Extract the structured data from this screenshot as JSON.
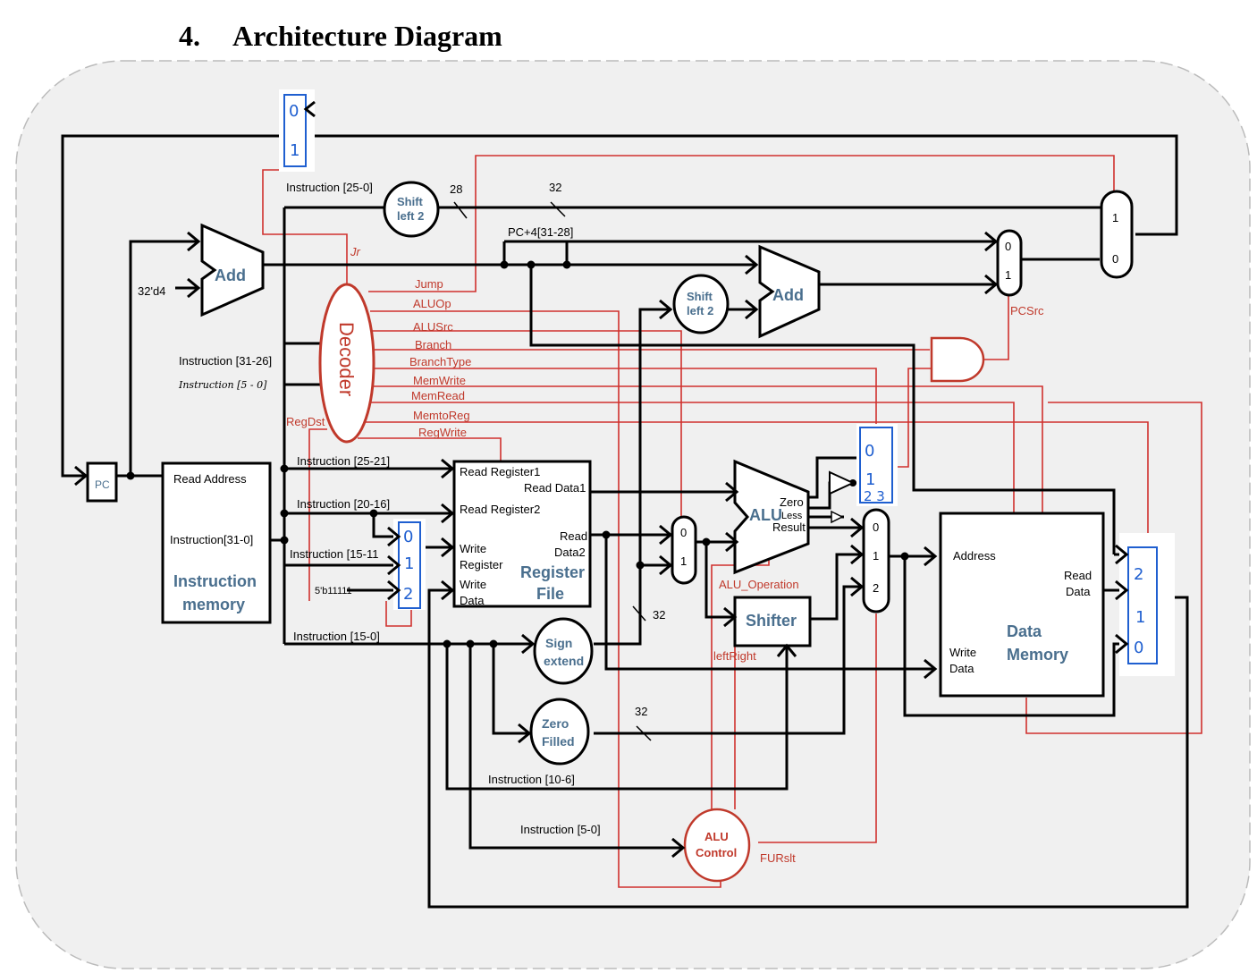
{
  "heading": {
    "number": "4.",
    "title": "Architecture Diagram"
  },
  "components": {
    "pc": "PC",
    "add_top": "Add",
    "const_4": "32'd4",
    "add_branch": "Add",
    "shift_jump": [
      "Shift",
      "left 2"
    ],
    "shift_branch": [
      "Shift",
      "left 2"
    ],
    "decoder": "Decoder",
    "imem_read_address": "Read Address",
    "imem_instruction": "Instruction[31-0]",
    "imem_title": [
      "Instruction",
      "memory"
    ],
    "rf_read_reg1": "Read Register1",
    "rf_read_reg2": "Read Register2",
    "rf_write_register": [
      "Write",
      "Register"
    ],
    "rf_write_data": [
      "Write",
      "Data"
    ],
    "rf_read_data1": "Read Data1",
    "rf_read_data2": [
      "Read",
      "Data2"
    ],
    "rf_title": [
      "Register",
      "File"
    ],
    "alu": "ALU",
    "alu_zero": "Zero",
    "alu_less": "Less",
    "alu_result": "Result",
    "shifter": "Shifter",
    "sign_extend": [
      "Sign",
      "extend"
    ],
    "zero_filled": [
      "Zero",
      "Filled"
    ],
    "alu_control": [
      "ALU",
      "Control"
    ],
    "dmem_address": "Address",
    "dmem_read_data": [
      "Read",
      "Data"
    ],
    "dmem_write_data": [
      "Write",
      "Data"
    ],
    "dmem_title": [
      "Data",
      "Memory"
    ],
    "mux_pcsrc": [
      "0",
      "1"
    ],
    "mux_jump": [
      "1",
      "0"
    ],
    "mux_alusrc": [
      "0",
      "1"
    ],
    "mux_result": [
      "0",
      "1",
      "2"
    ],
    "const_31": "5'b11111"
  },
  "handwritten": {
    "mux_jr": [
      "0",
      "1"
    ],
    "mux_regdst": [
      "0",
      "1",
      "2"
    ],
    "mux_branch": [
      "0",
      "1",
      "2 3"
    ],
    "mux_wb": [
      "2",
      "1",
      "0"
    ],
    "jr_label": "Jr"
  },
  "control_signals": [
    "Jump",
    "ALUOp",
    "ALUSrc",
    "Branch",
    "BranchType",
    "MemWrite",
    "MemRead",
    "MemtoReg",
    "RegWrite",
    "RegDst"
  ],
  "signal_labels": {
    "pcsrc": "PCSrc",
    "alu_operation": "ALU_Operation",
    "left_right": "leftRight",
    "furslt": "FURslt"
  },
  "wire_labels": {
    "instr_25_0": "Instruction [25-0]",
    "pc4_31_28": "PC+4[31-28]",
    "w28": "28",
    "w32_top": "32",
    "w32_mid": "32",
    "w32_low": "32",
    "instr_31_26": "Instruction [31-26]",
    "instr_5_0_hw": "Instruction [5 - 0]",
    "instr_25_21": "Instruction [25-21]",
    "instr_20_16": "Instruction [20-16]",
    "instr_15_11": "Instruction [15-11",
    "instr_15_0": "Instruction [15-0]",
    "instr_10_6": "Instruction [10-6]",
    "instr_5_0": "Instruction [5-0]"
  },
  "colors": {
    "wire": "#000000",
    "control": "#d0312d",
    "component_text": "#4a6f8e",
    "handwritten": "#1f5fd0",
    "panel": "#f0f0f0"
  }
}
